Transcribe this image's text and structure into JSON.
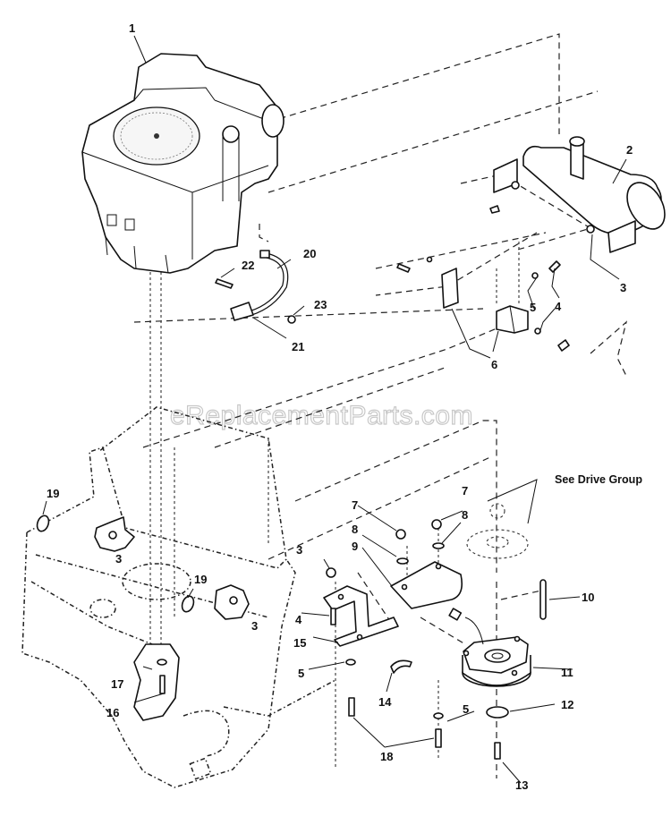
{
  "diagram": {
    "title": "Engine and Clutch Parts Diagram",
    "watermark": "eReplacementParts.com",
    "note": "See Drive Group",
    "callouts": [
      {
        "id": "engine",
        "label": "1"
      },
      {
        "id": "muffler",
        "label": "2"
      },
      {
        "id": "muffler-nut",
        "label": "3"
      },
      {
        "id": "muffler-bolt-a",
        "label": "4"
      },
      {
        "id": "muffler-bolt-b",
        "label": "4"
      },
      {
        "id": "muffler-washer-a",
        "label": "5"
      },
      {
        "id": "muffler-washer-b",
        "label": "5"
      },
      {
        "id": "muffler-bracket",
        "label": "6"
      },
      {
        "id": "hose",
        "label": "20"
      },
      {
        "id": "hose-fitting",
        "label": "21"
      },
      {
        "id": "hose-bolt",
        "label": "22"
      },
      {
        "id": "hose-nut",
        "label": "23"
      },
      {
        "id": "isolator-left",
        "label": "19"
      },
      {
        "id": "isolator-center",
        "label": "19"
      },
      {
        "id": "frame-nut-left",
        "label": "3"
      },
      {
        "id": "frame-nut-right",
        "label": "3"
      },
      {
        "id": "bracket-nut",
        "label": "3"
      },
      {
        "id": "bracket-bolt",
        "label": "4"
      },
      {
        "id": "clutch-bracket",
        "label": "15"
      },
      {
        "id": "bracket-washer",
        "label": "5"
      },
      {
        "id": "clip",
        "label": "14"
      },
      {
        "id": "plate-nut-left",
        "label": "7"
      },
      {
        "id": "plate-nut-right",
        "label": "7"
      },
      {
        "id": "plate-washer-left",
        "label": "8"
      },
      {
        "id": "plate-washer-right",
        "label": "8"
      },
      {
        "id": "plate",
        "label": "9"
      },
      {
        "id": "key",
        "label": "10"
      },
      {
        "id": "clutch",
        "label": "11"
      },
      {
        "id": "clutch-washer",
        "label": "12"
      },
      {
        "id": "clutch-bolt",
        "label": "13"
      },
      {
        "id": "clutch-washer-lower",
        "label": "5"
      },
      {
        "id": "lower-bolts",
        "label": "18"
      },
      {
        "id": "frame-washer",
        "label": "17"
      },
      {
        "id": "frame-bolt",
        "label": "16"
      }
    ]
  }
}
